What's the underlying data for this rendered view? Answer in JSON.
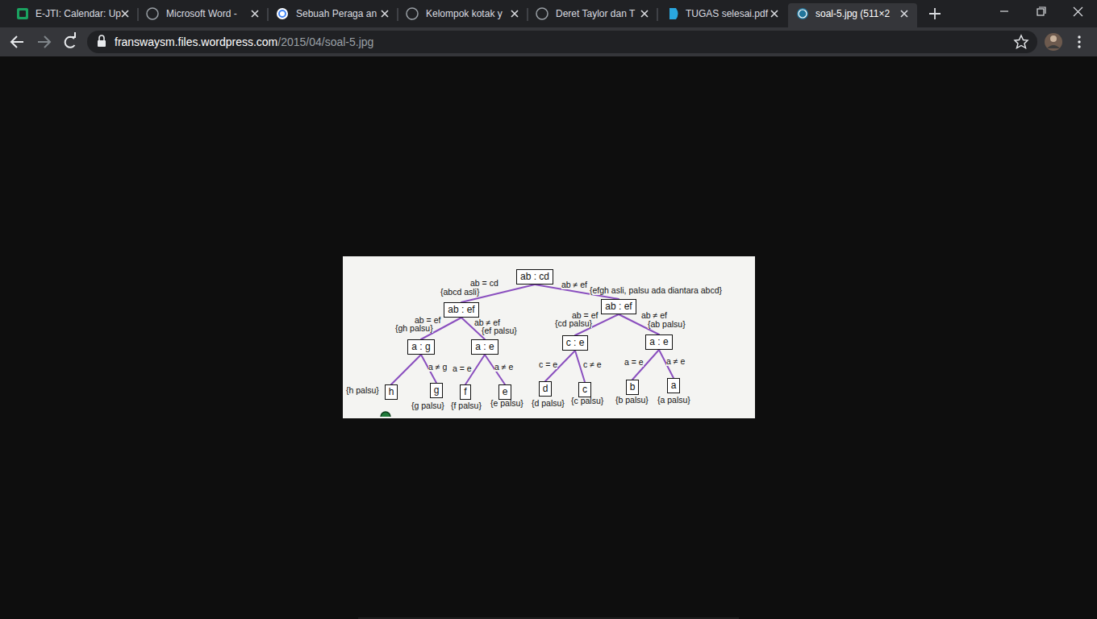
{
  "diagram": {
    "nodes": [
      {
        "text": [
          "ab : cd"
        ]
      },
      {
        "text": [
          "ab : ef"
        ]
      },
      {
        "text": [
          "ab : ef"
        ]
      },
      {
        "text": [
          "a : g"
        ]
      },
      {
        "text": [
          "a : e"
        ]
      },
      {
        "text": [
          "c : e"
        ]
      },
      {
        "text": [
          "a : e"
        ]
      },
      {
        "text": [
          "h"
        ]
      },
      {
        "text": [
          "g"
        ]
      },
      {
        "text": [
          "f"
        ]
      },
      {
        "text": [
          "e"
        ]
      },
      {
        "text": [
          "d"
        ]
      },
      {
        "text": [
          "c"
        ]
      },
      {
        "text": [
          "b"
        ]
      },
      {
        "text": [
          "a"
        ]
      }
    ],
    "edges": [
      {
        "from": 0,
        "to": 1,
        "arrow": "none",
        "label": "ab = cd"
      },
      {
        "from": 0,
        "to": 2,
        "arrow": "none",
        "label": "ab ≠ ef"
      },
      {
        "from": 1,
        "to": 3,
        "arrow": "none",
        "label": "ab = ef"
      },
      {
        "from": 1,
        "to": 4,
        "arrow": "none",
        "label": "ab ≠ ef"
      },
      {
        "from": 2,
        "to": 5,
        "arrow": "none",
        "label": "ab = ef"
      },
      {
        "from": 2,
        "to": 6,
        "arrow": "none",
        "label": "ab ≠ ef"
      },
      {
        "from": 3,
        "to": 7,
        "arrow": "none"
      },
      {
        "from": 3,
        "to": 8,
        "arrow": "none",
        "label": "a ≠ g"
      },
      {
        "from": 4,
        "to": 9,
        "arrow": "none",
        "label": "a = e"
      },
      {
        "from": 4,
        "to": 10,
        "arrow": "none",
        "label": "a ≠ e"
      },
      {
        "from": 5,
        "to": 11,
        "arrow": "none",
        "label": "c = e"
      },
      {
        "from": 5,
        "to": 12,
        "arrow": "none",
        "label": "c ≠ e"
      },
      {
        "from": 6,
        "to": 13,
        "arrow": "none",
        "label": "a = e"
      },
      {
        "from": 6,
        "to": 14,
        "arrow": "none",
        "label": "a ≠ e"
      }
    ],
    "labels": [
      "E-JTI: Calendar: Up",
      "Microsoft Word -",
      "Sebuah Peraga an",
      "Kelompok kotak y",
      "Deret Taylor dan T",
      "TUGAS selesai.pdf",
      "soal-5.jpg (511×2",
      "franswaysm.files.wordpress.com",
      "/2015/04/soal-5.jpg",
      "{abcd asli}",
      "{efgh asli, palsu ada diantara abcd}",
      "{gh palsu}",
      "{ef palsu}",
      "{cd palsu}",
      "{ab palsu}",
      "{h palsu}",
      "{g palsu}",
      "{f palsu}",
      "{e palsu}",
      "{d palsu}",
      "{c palsu}",
      "{b palsu}",
      "{a palsu}"
    ]
  }
}
